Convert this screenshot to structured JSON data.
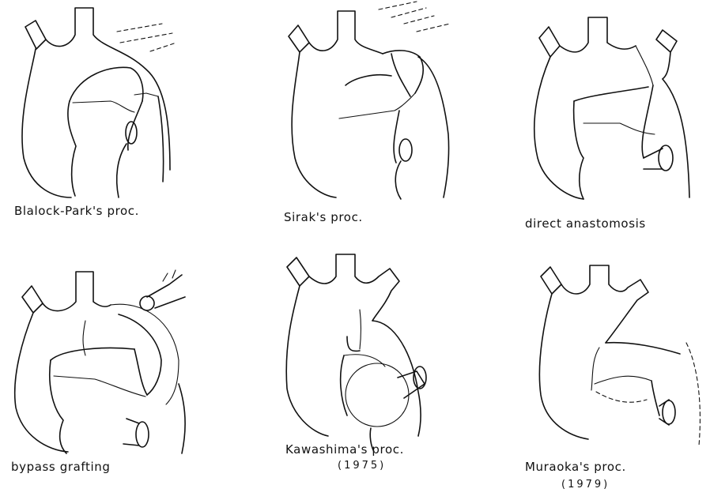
{
  "figure": {
    "panels": [
      {
        "label": "Blalock-Park's proc."
      },
      {
        "label": "Sirak's proc."
      },
      {
        "label": "direct anastomosis"
      },
      {
        "label": "bypass grafting"
      },
      {
        "label": "Kawashima's proc.",
        "year": "(1975)"
      },
      {
        "label": "Muraoka's proc.",
        "year": "(1979)"
      }
    ]
  }
}
